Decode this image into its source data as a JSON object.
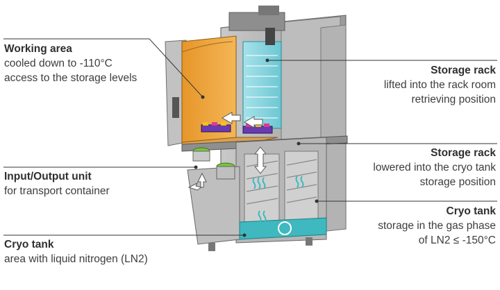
{
  "labels": {
    "working_area": {
      "title": "Working area",
      "lines": [
        "cooled down to -110°C",
        "access to the storage levels"
      ]
    },
    "io_unit": {
      "title": "Input/Output unit",
      "lines": [
        "for transport container"
      ]
    },
    "cryo_tank_left": {
      "title": "Cryo tank",
      "lines": [
        "area with liquid nitrogen (LN2)"
      ]
    },
    "storage_rack_retrieving": {
      "title": "Storage rack",
      "lines": [
        "lifted into the rack room",
        "retrieving position"
      ]
    },
    "storage_rack_storage": {
      "title": "Storage rack",
      "lines": [
        "lowered into the cryo tank",
        "storage position"
      ]
    },
    "cryo_tank_right": {
      "title": "Cryo tank",
      "lines": [
        "storage in the gas phase",
        "of LN2 ≤ -150°C"
      ]
    }
  },
  "colors": {
    "working_area": "#f2a73c",
    "rack_room": "#8fd6e0",
    "ln2": "#3fb8bf",
    "machine": "#a9a9a9",
    "machine_dark": "#6e6e6e",
    "leader": "#333333"
  }
}
